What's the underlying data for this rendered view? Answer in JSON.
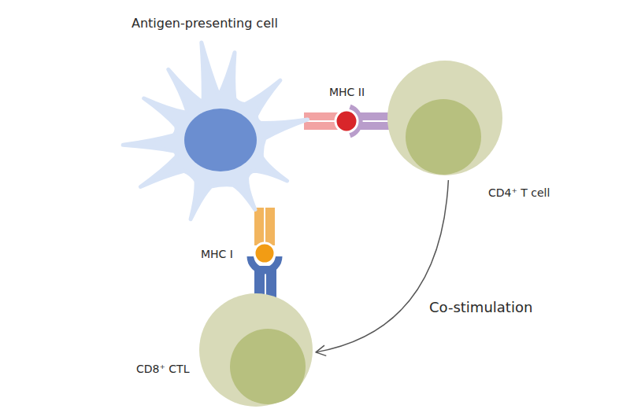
{
  "diagram": {
    "nodes": [
      {
        "text": [
          "Antigen-presenting cell"
        ]
      },
      {
        "text": [
          "CD4⁺ T cell"
        ]
      },
      {
        "text": [
          "CD8⁺ CTL"
        ]
      }
    ],
    "edges": [
      {
        "from": 1,
        "to": 2,
        "arrow": "to",
        "label": "Co-stimulation"
      }
    ],
    "labels": [
      "MHC II",
      "MHC I"
    ]
  }
}
